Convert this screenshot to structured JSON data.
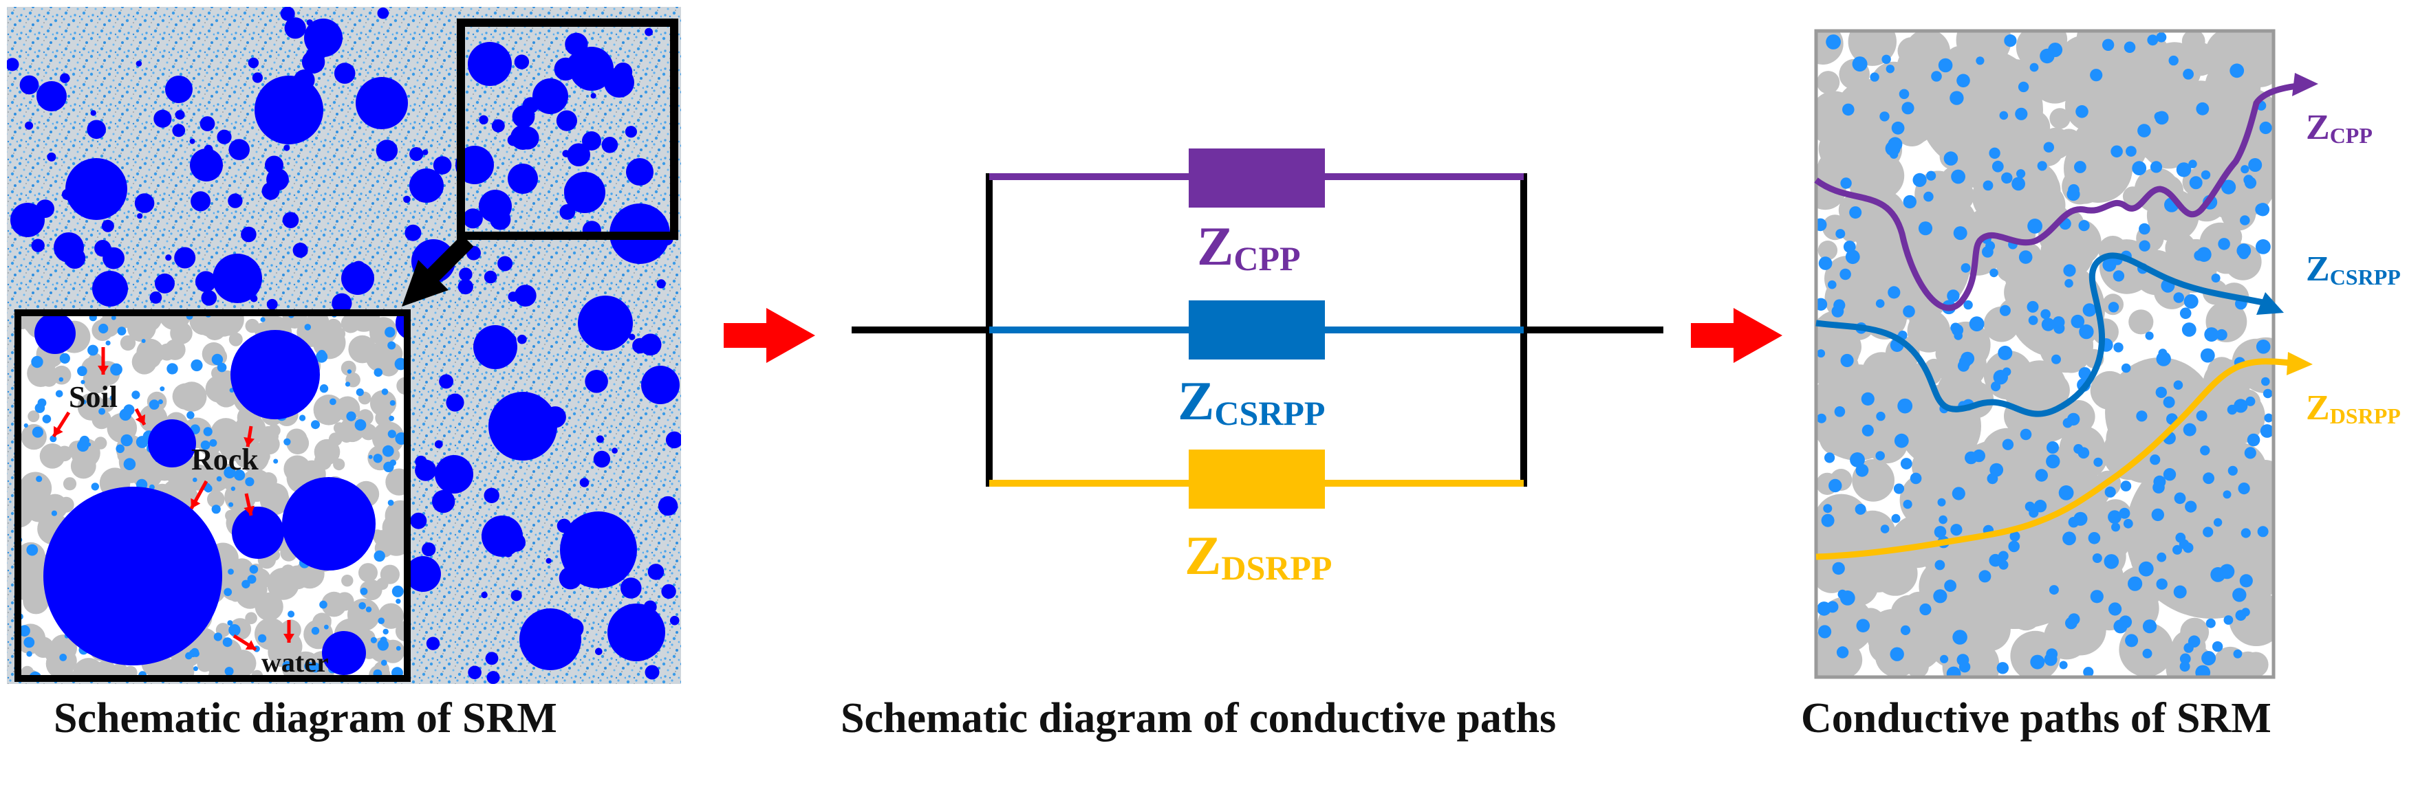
{
  "panels": {
    "left": {
      "caption": "Schematic diagram  of SRM",
      "labels": {
        "soil": "Soil",
        "rock": "Rock",
        "water": "water"
      }
    },
    "middle": {
      "caption": "Schematic diagram  of conductive  paths",
      "impedances": [
        {
          "main": "Z",
          "sub": "CPP",
          "color": "#7030A0"
        },
        {
          "main": "Z",
          "sub": "CSRPP",
          "color": "#0070C0"
        },
        {
          "main": "Z",
          "sub": "DSRPP",
          "color": "#FFC000"
        }
      ]
    },
    "right": {
      "caption": "Conductive  paths of SRM",
      "paths": [
        {
          "main": "Z",
          "sub": "CPP",
          "color": "#7030A0"
        },
        {
          "main": "Z",
          "sub": "CSRPP",
          "color": "#0070C0"
        },
        {
          "main": "Z",
          "sub": "DSRPP",
          "color": "#FFC000"
        }
      ]
    }
  },
  "colors": {
    "rock": "#0000FF",
    "water": "#1E90FF",
    "soil": "#C0C0C0",
    "flow_arrow": "#FF0000",
    "frame": "#000000"
  }
}
